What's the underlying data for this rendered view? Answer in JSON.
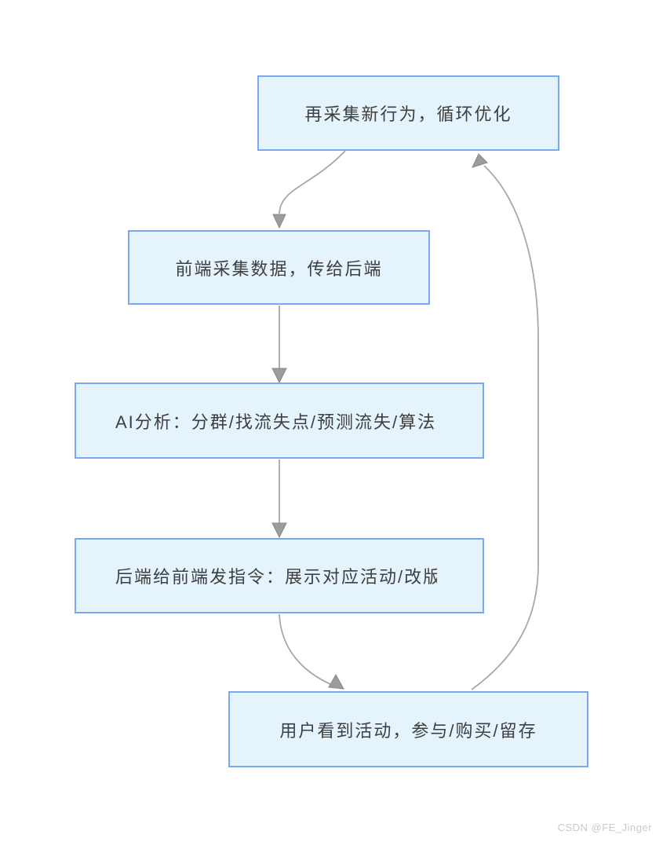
{
  "diagram": {
    "type": "flowchart",
    "nodes": [
      {
        "id": "recollect-behavior",
        "label": "再采集新行为，循环优化"
      },
      {
        "id": "frontend-collect",
        "label": "前端采集数据，传给后端"
      },
      {
        "id": "ai-analyze",
        "label": "AI分析：分群/找流失点/预测流失/算法"
      },
      {
        "id": "backend-command",
        "label": "后端给前端发指令：展示对应活动/改版"
      },
      {
        "id": "user-engage",
        "label": "用户看到活动，参与/购买/留存"
      }
    ],
    "edges": [
      {
        "from": "recollect-behavior",
        "to": "frontend-collect"
      },
      {
        "from": "frontend-collect",
        "to": "ai-analyze"
      },
      {
        "from": "ai-analyze",
        "to": "backend-command"
      },
      {
        "from": "backend-command",
        "to": "user-engage"
      },
      {
        "from": "user-engage",
        "to": "recollect-behavior"
      }
    ],
    "colors": {
      "node_fill": "#e4f3fc",
      "node_border": "#79a7f0",
      "node_text": "#3f3f3f",
      "arrow": "#a8a8a8",
      "arrowhead": "#9c9c9c",
      "background": "#ffffff",
      "watermark": "#c9c9c9"
    }
  },
  "watermark": {
    "text": "CSDN @FE_Jinger"
  }
}
